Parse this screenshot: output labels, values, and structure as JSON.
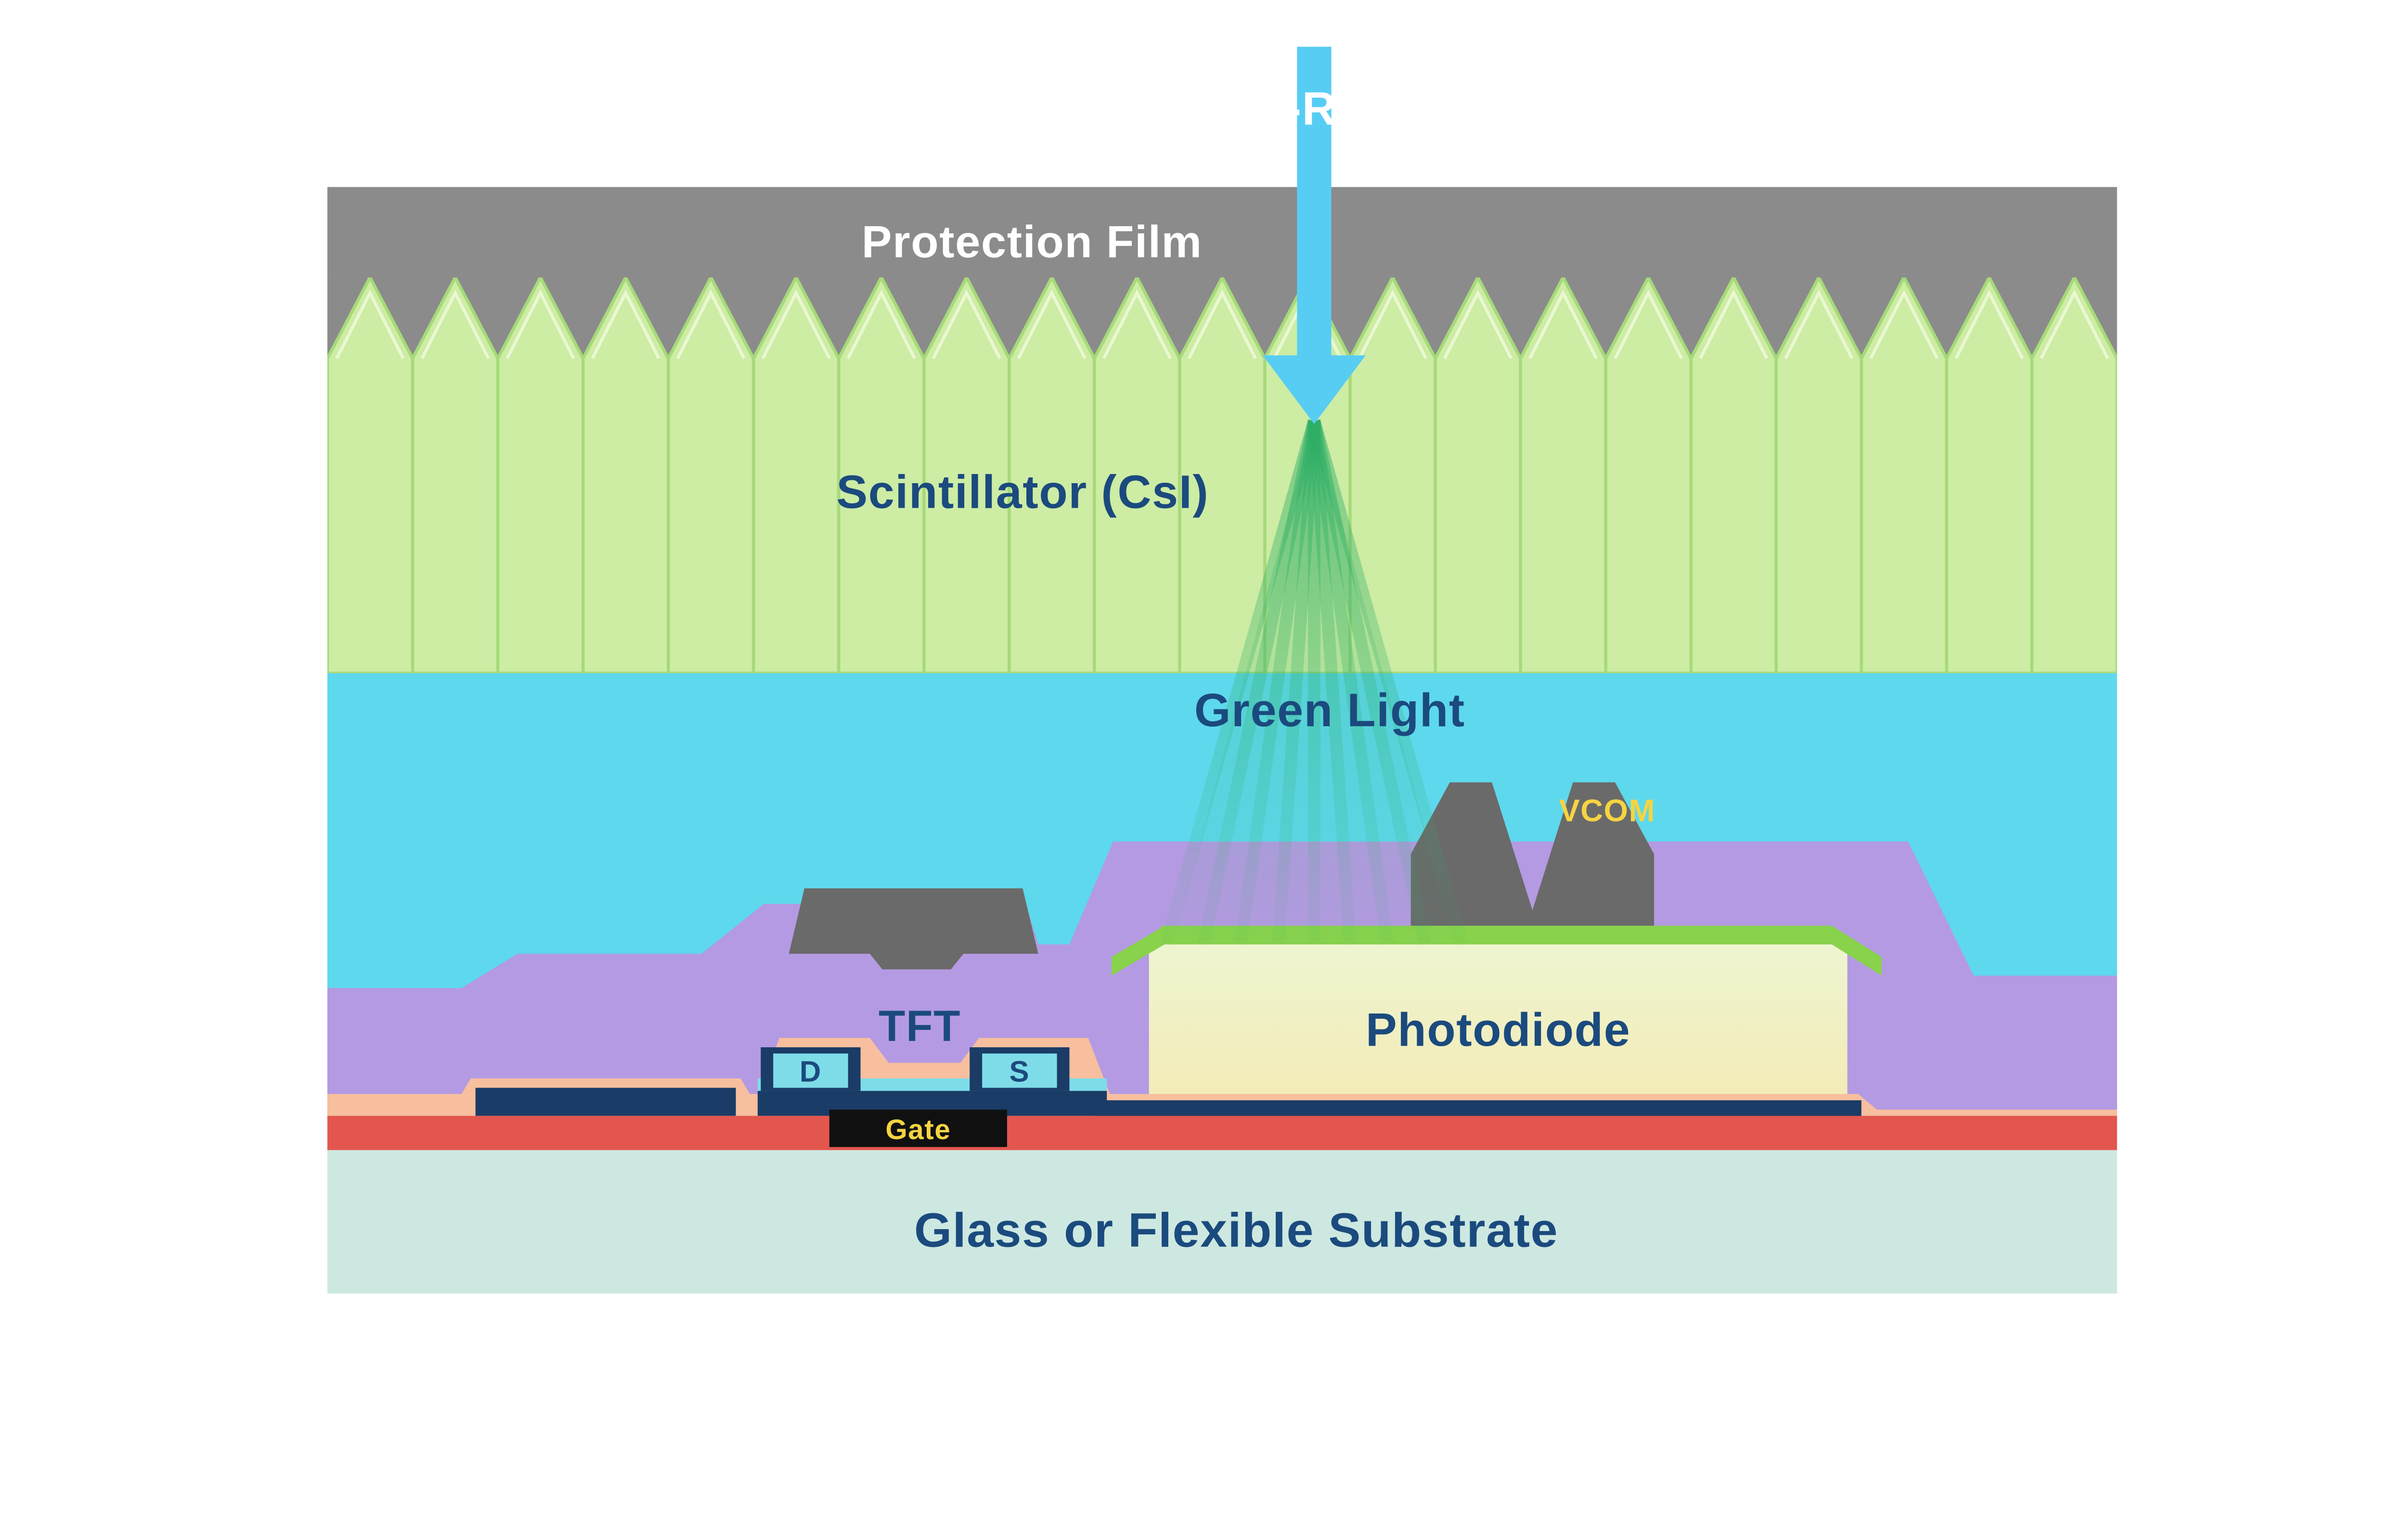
{
  "labels": {
    "xray": "X-Ray",
    "protection_film": "Protection Film",
    "scintillator": "Scintillator (CsI)",
    "green_light": "Green Light",
    "vcom": "VCOM",
    "tft": "TFT",
    "photodiode": "Photodiode",
    "drain": "D",
    "source": "S",
    "gate": "Gate",
    "substrate": "Glass or Flexible Substrate"
  },
  "colors": {
    "xray_arrow_cyan": "#57cdf4",
    "protection_film_gray": "#8b8b8b",
    "scintillator_green": "#cdeca4",
    "scintillator_column_border": "#a6da79",
    "scintillator_tip_highlight": "#e9f8d2",
    "light_gap_cyan": "#5ed8ec",
    "green_light_ray": "#2fae66",
    "planarization_purple": "#b49ae2",
    "electrode_dark_gray": "#6a6a6a",
    "photodiode_fill_top": "#eef5d2",
    "photodiode_fill_bottom": "#f3ebb6",
    "photodiode_cap_green": "#88d24c",
    "passivation_salmon": "#f7bf9e",
    "metal_navy": "#1a3c66",
    "tft_channel_light_blue": "#7edce8",
    "gate_black": "#101010",
    "gate_insulator_red": "#e2564e",
    "substrate_mint": "#cde8e0",
    "label_navy": "#1b4a7e",
    "label_white": "#ffffff",
    "label_yellow": "#f5d441"
  }
}
